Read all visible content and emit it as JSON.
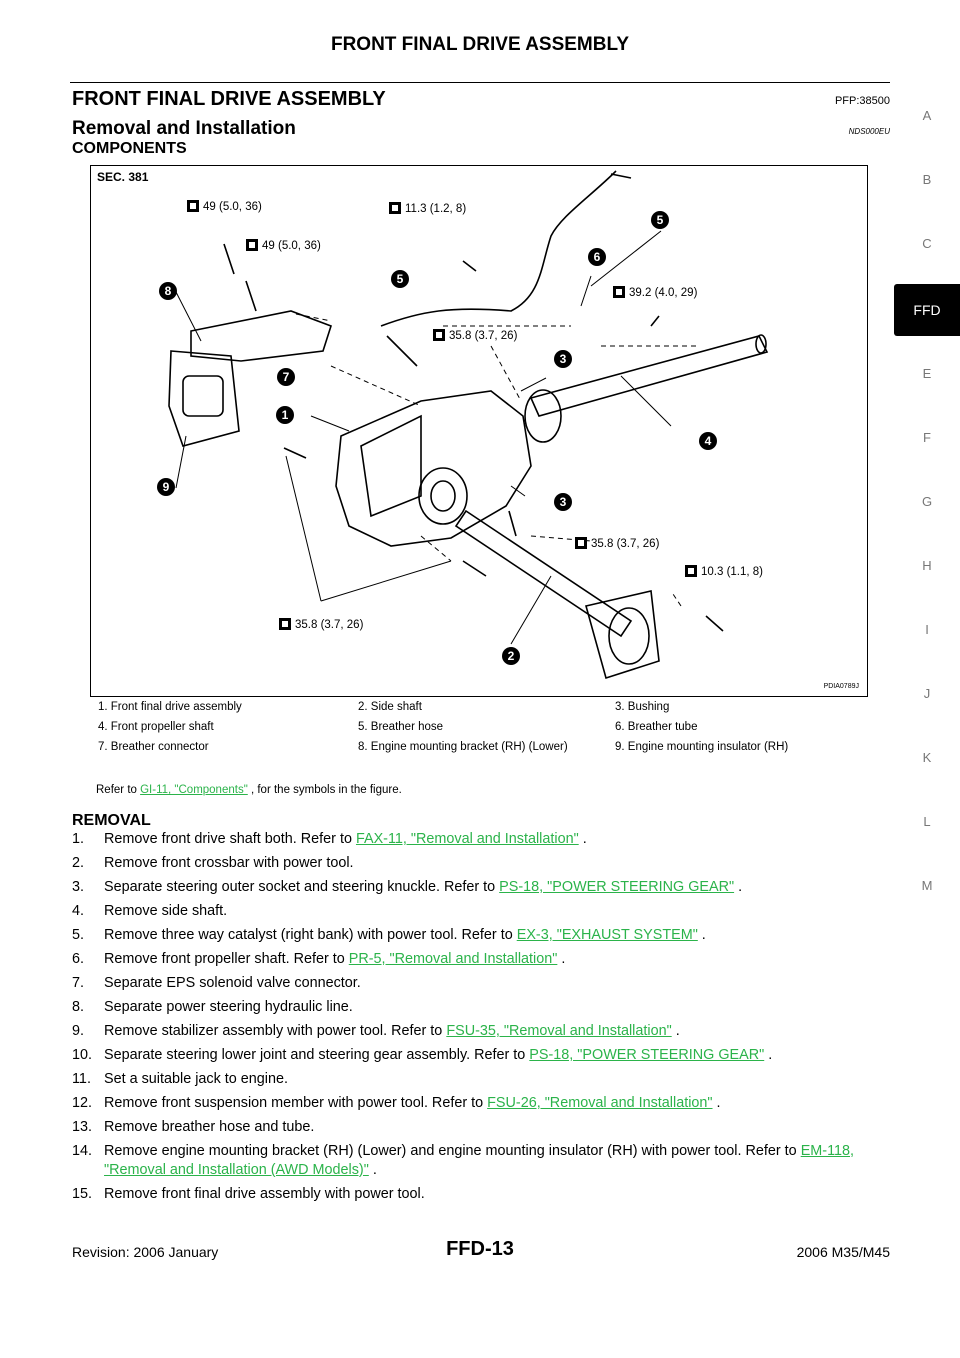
{
  "header": {
    "title": "FRONT FINAL DRIVE ASSEMBLY"
  },
  "section": {
    "title": "FRONT FINAL DRIVE ASSEMBLY",
    "code": "PFP:38500"
  },
  "subsection": {
    "title": "Removal and Installation",
    "code": "NDS000EU",
    "components_heading": "COMPONENTS"
  },
  "side_index": [
    "A",
    "B",
    "C",
    "FFD",
    "E",
    "F",
    "G",
    "H",
    "I",
    "J",
    "K",
    "L",
    "M"
  ],
  "figure": {
    "sec_label": "SEC. 381",
    "figure_id": "PDIA0789J",
    "torques": [
      "49 (5.0, 36)",
      "49 (5.0, 36)",
      "11.3 (1.2, 8)",
      "39.2 (4.0, 29)",
      "35.8 (3.7, 26)",
      "35.8 (3.7, 26)",
      "10.3 (1.1, 8)",
      "35.8 (3.7, 26)"
    ],
    "callouts": [
      "1",
      "2",
      "3",
      "3",
      "4",
      "5",
      "5",
      "6",
      "7",
      "8",
      "9"
    ]
  },
  "legend": [
    [
      "1. Front final drive assembly",
      "2. Side shaft",
      "3. Bushing"
    ],
    [
      "4. Front propeller shaft",
      "5. Breather hose",
      "6. Breather tube"
    ],
    [
      "7. Breather connector",
      "8. Engine mounting bracket (RH) (Lower)",
      "9. Engine mounting insulator (RH)"
    ]
  ],
  "refer_note": {
    "before": "Refer to ",
    "link": "GI-11, \"Components\"",
    "after": " , for the symbols in the figure."
  },
  "removal": {
    "heading": "REMOVAL",
    "steps": [
      {
        "num": "1.",
        "text": "Remove front drive shaft both. Refer to ",
        "link": "FAX-11, \"Removal and Installation\"",
        "after": " ."
      },
      {
        "num": "2.",
        "text": "Remove front crossbar with power tool."
      },
      {
        "num": "3.",
        "text": "Separate steering outer socket and steering knuckle. Refer to ",
        "link": "PS-18, \"POWER STEERING GEAR\"",
        "after": " ."
      },
      {
        "num": "4.",
        "text": "Remove side shaft."
      },
      {
        "num": "5.",
        "text": "Remove three way catalyst (right bank) with power tool. Refer to ",
        "link": "EX-3, \"EXHAUST SYSTEM\"",
        "after": " ."
      },
      {
        "num": "6.",
        "text": "Remove front propeller shaft. Refer to ",
        "link": "PR-5, \"Removal and Installation\"",
        "after": " ."
      },
      {
        "num": "7.",
        "text": "Separate EPS solenoid valve connector."
      },
      {
        "num": "8.",
        "text": "Separate power steering hydraulic line."
      },
      {
        "num": "9.",
        "text": "Remove stabilizer assembly with power tool. Refer to ",
        "link": "FSU-35, \"Removal and Installation\"",
        "after": " ."
      },
      {
        "num": "10.",
        "text": "Separate steering lower joint and steering gear assembly. Refer to ",
        "link": "PS-18, \"POWER STEERING GEAR\"",
        "after": " ."
      },
      {
        "num": "11.",
        "text": "Set a suitable jack to engine."
      },
      {
        "num": "12.",
        "text": "Remove front suspension member with power tool. Refer to ",
        "link": "FSU-26, \"Removal and Installation\"",
        "after": " ."
      },
      {
        "num": "13.",
        "text": "Remove breather hose and tube."
      },
      {
        "num": "14.",
        "text": "Remove engine mounting bracket (RH) (Lower) and engine mounting insulator (RH) with power tool. Refer to ",
        "link": "EM-118, \"Removal and Installation (AWD Models)\"",
        "after": " ."
      },
      {
        "num": "15.",
        "text": "Remove front final drive assembly with power tool."
      }
    ]
  },
  "footer": {
    "revision": "Revision: 2006 January",
    "page": "FFD-13",
    "model": "2006 M35/M45"
  },
  "colors": {
    "link": "#2bb34a",
    "tab_active": "#000000"
  }
}
